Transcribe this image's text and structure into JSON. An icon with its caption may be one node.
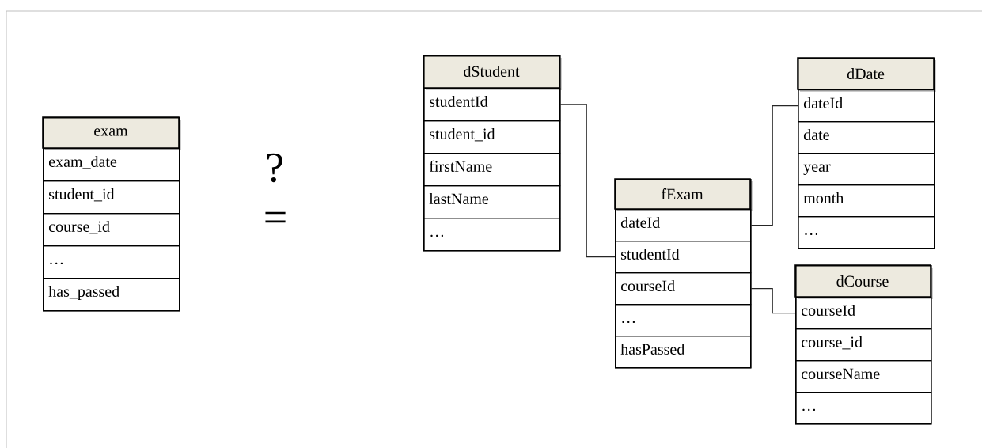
{
  "diagram": {
    "nodes": [
      {
        "text": [
          "exam"
        ]
      },
      {
        "text": [
          "exam_date"
        ],
        "in": 0
      },
      {
        "text": [
          "student_id"
        ],
        "in": 0
      },
      {
        "text": [
          "course_id"
        ],
        "in": 0
      },
      {
        "text": [
          "…"
        ],
        "in": 0
      },
      {
        "text": [
          "has_passed"
        ],
        "in": 0
      },
      {
        "text": [
          "dStudent"
        ]
      },
      {
        "text": [
          "studentId"
        ],
        "in": 6
      },
      {
        "text": [
          "student_id"
        ],
        "in": 6
      },
      {
        "text": [
          "firstName"
        ],
        "in": 6
      },
      {
        "text": [
          "lastName"
        ],
        "in": 6
      },
      {
        "text": [
          "…"
        ],
        "in": 6
      },
      {
        "text": [
          "fExam"
        ]
      },
      {
        "text": [
          "dateId"
        ],
        "in": 12
      },
      {
        "text": [
          "studentId"
        ],
        "in": 12
      },
      {
        "text": [
          "courseId"
        ],
        "in": 12
      },
      {
        "text": [
          "…"
        ],
        "in": 12
      },
      {
        "text": [
          "hasPassed"
        ],
        "in": 12
      },
      {
        "text": [
          "dDate"
        ]
      },
      {
        "text": [
          "dateId"
        ],
        "in": 18
      },
      {
        "text": [
          "date"
        ],
        "in": 18
      },
      {
        "text": [
          "year"
        ],
        "in": 18
      },
      {
        "text": [
          "month"
        ],
        "in": 18
      },
      {
        "text": [
          "…"
        ],
        "in": 18
      },
      {
        "text": [
          "dCourse"
        ]
      },
      {
        "text": [
          "courseId"
        ],
        "in": 24
      },
      {
        "text": [
          "course_id"
        ],
        "in": 24
      },
      {
        "text": [
          "courseName"
        ],
        "in": 24
      },
      {
        "text": [
          "…"
        ],
        "in": 24
      }
    ],
    "edges": [
      {
        "from": 7,
        "to": 14,
        "arrow": "none"
      },
      {
        "from": 13,
        "to": 19,
        "arrow": "none"
      },
      {
        "from": 15,
        "to": 25,
        "arrow": "none"
      }
    ],
    "labels": [
      "?",
      "="
    ]
  }
}
